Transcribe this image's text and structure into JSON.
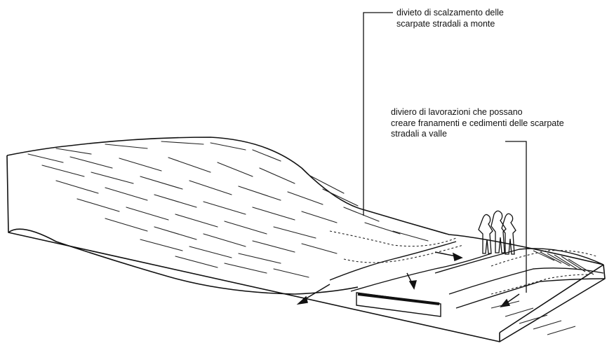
{
  "annotations": [
    {
      "lines": [
        "divieto di scalzamento delle",
        "scarpate stradali a monte"
      ]
    },
    {
      "lines": [
        "diviero di lavorazioni che possano",
        "creare franamenti e cedimenti delle scarpate",
        "stradali a valle"
      ]
    }
  ],
  "colors": {
    "ink": "#111111",
    "paper": "#ffffff"
  }
}
